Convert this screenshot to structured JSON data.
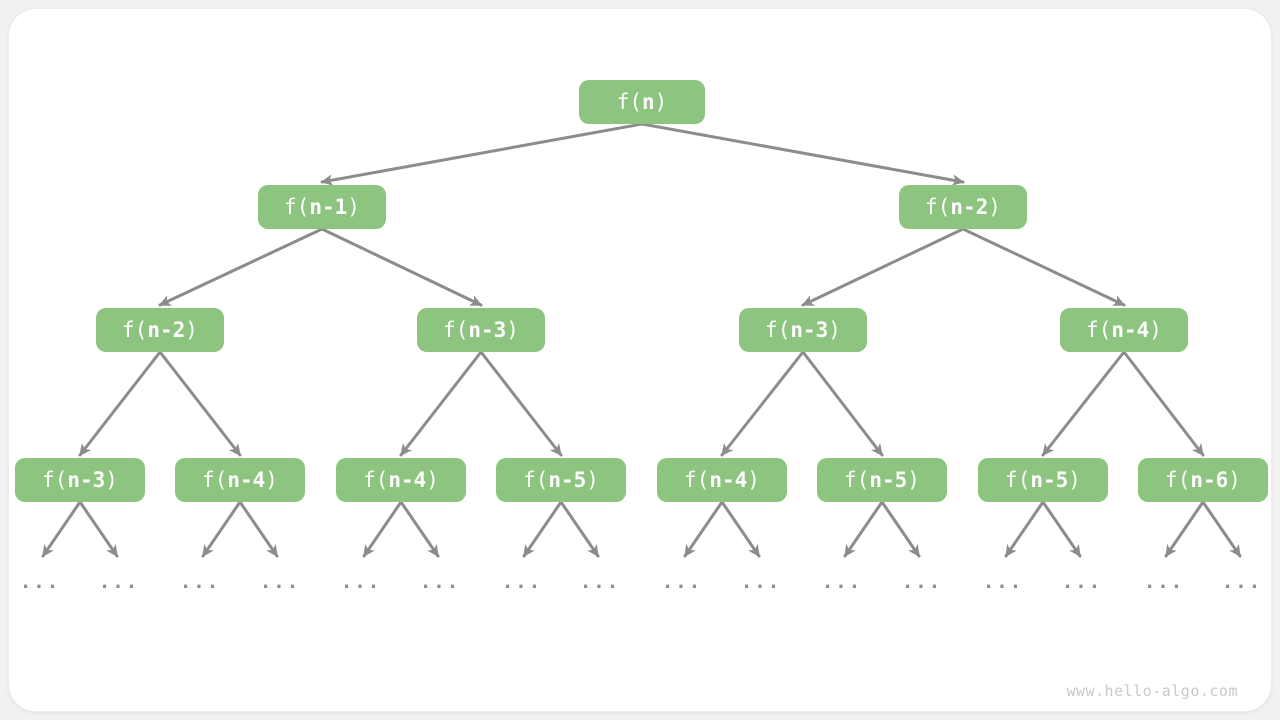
{
  "figure": {
    "watermark": "www.hello-algo.com",
    "description": "Recursion tree of f(n)"
  },
  "colors": {
    "node_fill": "#8dc47f",
    "node_text": "#ffffff",
    "edge": "#8c8c8c",
    "leaf_dots": "#8c8c8c",
    "watermark_text": "#c9c9c9",
    "card_background": "#ffffff",
    "page_background": "#f1f1f1"
  },
  "tree": {
    "levels": {
      "l1": [
        {
          "prefix": "f(",
          "arg": "n",
          "suffix": ")"
        }
      ],
      "l2": [
        {
          "prefix": "f(",
          "arg": "n-1",
          "suffix": ")"
        },
        {
          "prefix": "f(",
          "arg": "n-2",
          "suffix": ")"
        }
      ],
      "l3": [
        {
          "prefix": "f(",
          "arg": "n-2",
          "suffix": ")"
        },
        {
          "prefix": "f(",
          "arg": "n-3",
          "suffix": ")"
        },
        {
          "prefix": "f(",
          "arg": "n-3",
          "suffix": ")"
        },
        {
          "prefix": "f(",
          "arg": "n-4",
          "suffix": ")"
        }
      ],
      "l4": [
        {
          "prefix": "f(",
          "arg": "n-3",
          "suffix": ")"
        },
        {
          "prefix": "f(",
          "arg": "n-4",
          "suffix": ")"
        },
        {
          "prefix": "f(",
          "arg": "n-4",
          "suffix": ")"
        },
        {
          "prefix": "f(",
          "arg": "n-5",
          "suffix": ")"
        },
        {
          "prefix": "f(",
          "arg": "n-4",
          "suffix": ")"
        },
        {
          "prefix": "f(",
          "arg": "n-5",
          "suffix": ")"
        },
        {
          "prefix": "f(",
          "arg": "n-5",
          "suffix": ")"
        },
        {
          "prefix": "f(",
          "arg": "n-6",
          "suffix": ")"
        }
      ]
    },
    "leaf_label": "..."
  }
}
